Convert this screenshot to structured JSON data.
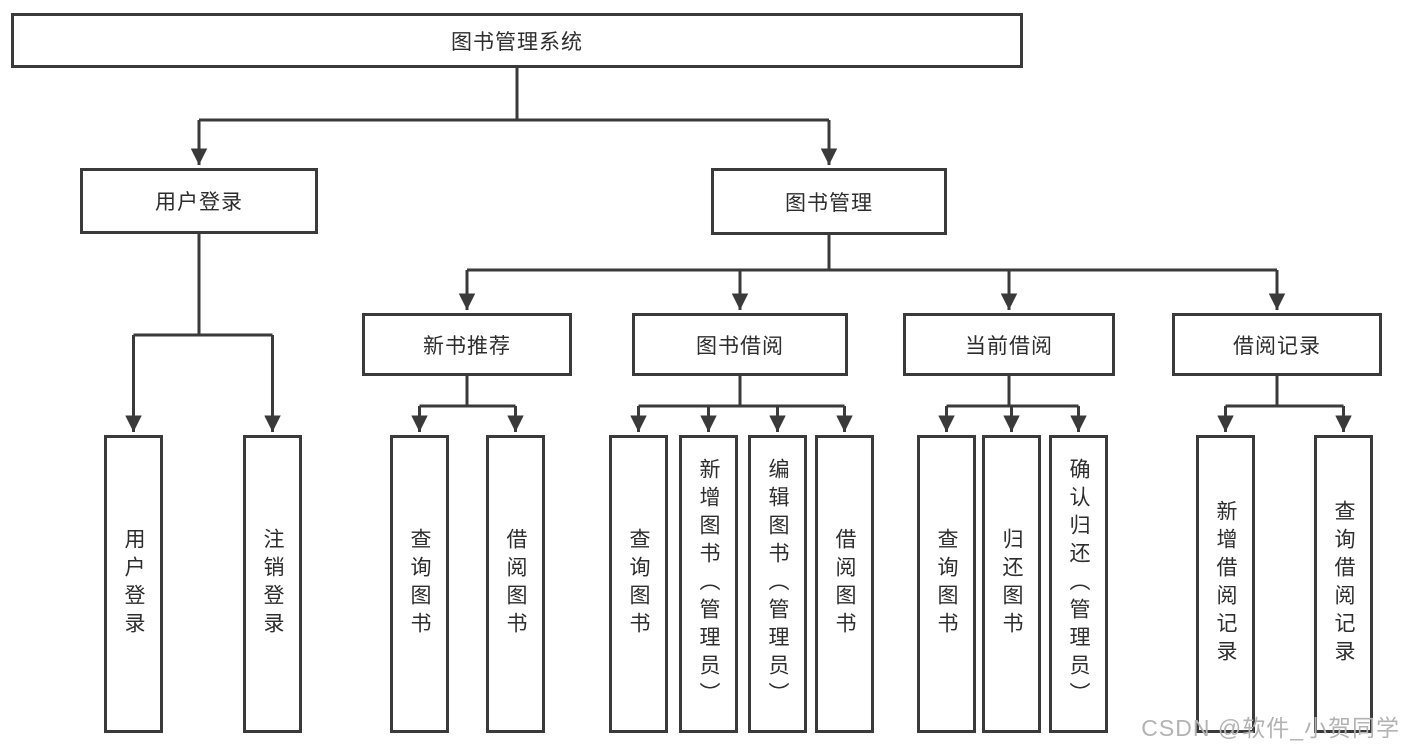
{
  "diagram": {
    "root": {
      "label": "图书管理系统"
    },
    "level2": [
      {
        "label": "用户登录",
        "children": [
          {
            "label": "用户登录"
          },
          {
            "label": "注销登录"
          }
        ]
      },
      {
        "label": "图书管理",
        "children": [
          {
            "label": "新书推荐",
            "children": [
              {
                "label": "查询图书"
              },
              {
                "label": "借阅图书"
              }
            ]
          },
          {
            "label": "图书借阅",
            "children": [
              {
                "label": "查询图书"
              },
              {
                "label": "新增图书（管理员）"
              },
              {
                "label": "编辑图书（管理员）"
              },
              {
                "label": "借阅图书"
              }
            ]
          },
          {
            "label": "当前借阅",
            "children": [
              {
                "label": "查询图书"
              },
              {
                "label": "归还图书"
              },
              {
                "label": "确认归还（管理员）"
              }
            ]
          },
          {
            "label": "借阅记录",
            "children": [
              {
                "label": "新增借阅记录"
              },
              {
                "label": "查询借阅记录"
              }
            ]
          }
        ]
      }
    ]
  },
  "watermark": {
    "text": "CSDN @软件_小贺同学"
  },
  "colors": {
    "line": "#3a3a3a",
    "box_border": "#3a3a3a",
    "text": "#2d2d2d",
    "watermark": "#b3b3b3",
    "background": "#ffffff"
  }
}
